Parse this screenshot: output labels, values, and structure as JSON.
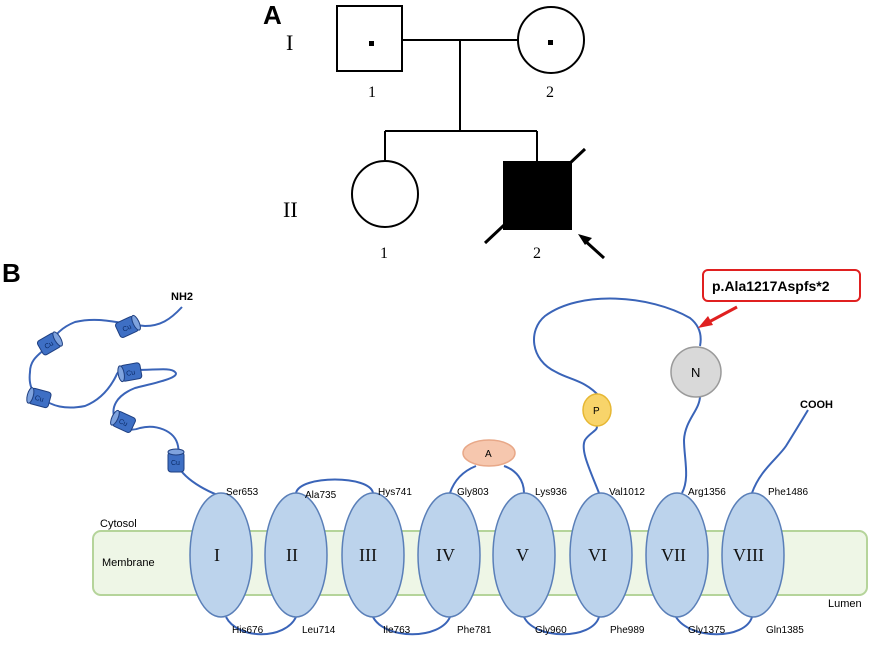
{
  "colors": {
    "protein_line": "#3a64b8",
    "tm_fill": "#bcd3ec",
    "tm_stroke": "#5a7fb8",
    "membrane_fill": "#eef6e6",
    "membrane_stroke": "#b5d49a",
    "cu_fill": "#3e6fc4",
    "cu_stroke": "#1f3f80",
    "domain_a_fill": "#f6c7ae",
    "domain_p_fill": "#f8d46a",
    "domain_n_fill": "#d9d9d9",
    "mutation_red": "#e02020"
  },
  "pedigree": {
    "panel_label": "A",
    "generations": [
      {
        "label": "I",
        "individuals": [
          {
            "number": "1",
            "sex": "male",
            "status": "carrier"
          },
          {
            "number": "2",
            "sex": "female",
            "status": "carrier"
          }
        ]
      },
      {
        "label": "II",
        "individuals": [
          {
            "number": "1",
            "sex": "female",
            "status": "unaffected"
          },
          {
            "number": "2",
            "sex": "male",
            "status": "affected-deceased-proband"
          }
        ]
      }
    ]
  },
  "protein": {
    "panel_label": "B",
    "n_terminus": "NH2",
    "c_terminus": "COOH",
    "compartments": {
      "top": "Cytosol",
      "middle": "Membrane",
      "bottom": "Lumen"
    },
    "cu_label": "Cu",
    "domains": {
      "a": "A",
      "p": "P",
      "n": "N"
    },
    "mutation": "p.Ala1217Aspfs*2",
    "segments": [
      {
        "label": "I",
        "top_residue": "Ser653",
        "bottom_residue": "His676"
      },
      {
        "label": "II",
        "top_residue": "Ala735",
        "bottom_residue": "Leu714"
      },
      {
        "label": "III",
        "top_residue": "Hys741",
        "bottom_residue": "Ile763"
      },
      {
        "label": "IV",
        "top_residue": "Gly803",
        "bottom_residue": "Phe781"
      },
      {
        "label": "V",
        "top_residue": "Lys936",
        "bottom_residue": "Gly960"
      },
      {
        "label": "VI",
        "top_residue": "Val1012",
        "bottom_residue": "Phe989"
      },
      {
        "label": "VII",
        "top_residue": "Arg1356",
        "bottom_residue": "Gly1375"
      },
      {
        "label": "VIII",
        "top_residue": "Phe1486",
        "bottom_residue": "Gln1385"
      }
    ]
  }
}
